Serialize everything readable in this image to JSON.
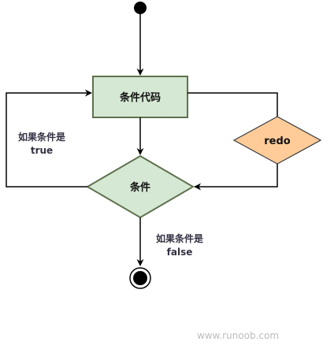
{
  "nodes": {
    "process": {
      "label": "条件代码",
      "fill": "#d5e8d4",
      "stroke": "#60714e"
    },
    "decision": {
      "label": "条件",
      "fill": "#d5e8d4",
      "stroke": "#60714e"
    },
    "redo": {
      "label": "redo",
      "fill": "#ffcc99",
      "stroke": "#36393d"
    }
  },
  "edge_labels": {
    "true_line1": "如果条件是",
    "true_line2": "true",
    "false_line1": "如果条件是",
    "false_line2": "false"
  },
  "watermark": "www.runoob.com",
  "colors": {
    "line": "#000000",
    "start_node": "#000000",
    "end_node": "#000000"
  }
}
